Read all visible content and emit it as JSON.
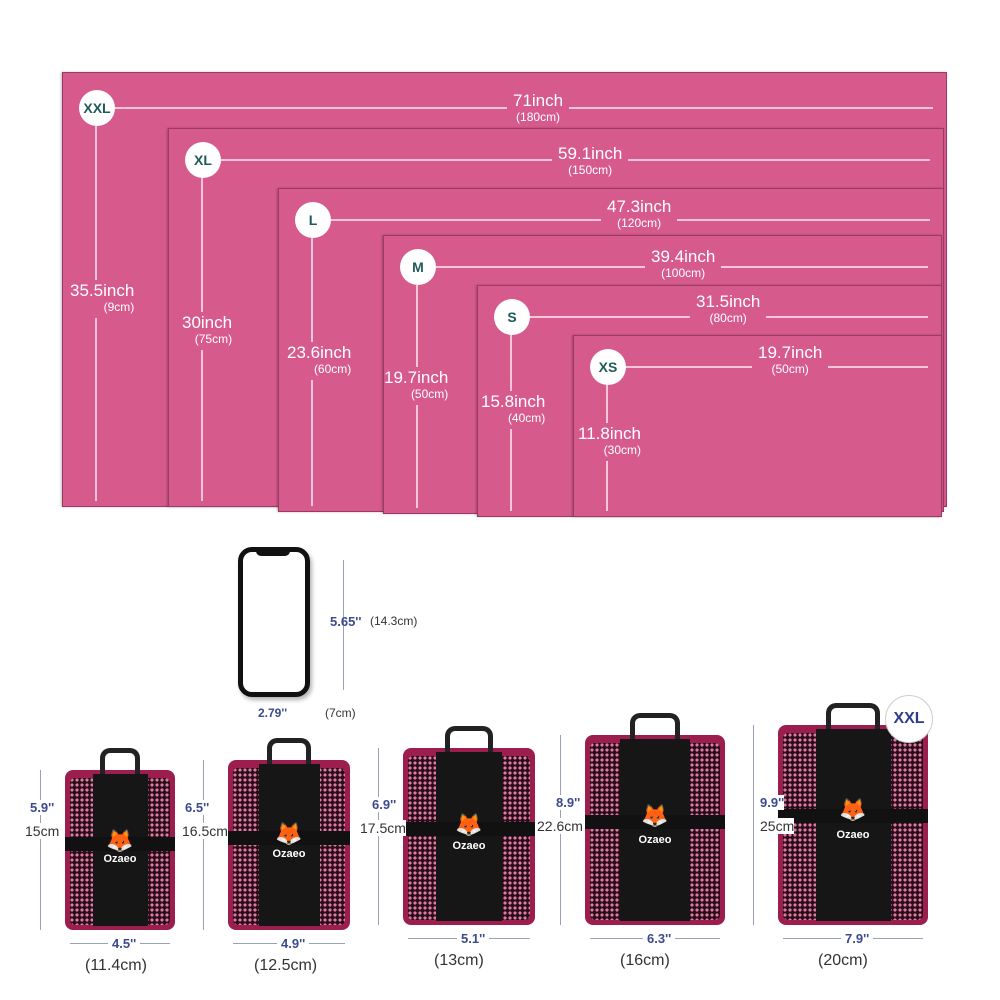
{
  "towels": [
    {
      "size": "XXL",
      "width": "71inch",
      "width_cm": "(180cm)",
      "height": "35.5inch",
      "height_cm": "(9cm)"
    },
    {
      "size": "XL",
      "width": "59.1inch",
      "width_cm": "(150cm)",
      "height": "30inch",
      "height_cm": "(75cm)"
    },
    {
      "size": "L",
      "width": "47.3inch",
      "width_cm": "(120cm)",
      "height": "23.6inch",
      "height_cm": "(60cm)"
    },
    {
      "size": "M",
      "width": "39.4inch",
      "width_cm": "(100cm)",
      "height": "19.7inch",
      "height_cm": "(50cm)"
    },
    {
      "size": "S",
      "width": "31.5inch",
      "width_cm": "(80cm)",
      "height": "15.8inch",
      "height_cm": "(40cm)"
    },
    {
      "size": "XS",
      "width": "19.7inch",
      "width_cm": "(50cm)",
      "height": "11.8inch",
      "height_cm": "(30cm)"
    }
  ],
  "phone": {
    "height": "5.65''",
    "height_cm": "(14.3cm)",
    "width": "2.79''",
    "width_cm": "(7cm)"
  },
  "bags": [
    {
      "height": "5.9''",
      "height_cm": "15cm",
      "width": "4.5''",
      "width_cm": "(11.4cm)"
    },
    {
      "height": "6.5''",
      "height_cm": "16.5cm",
      "width": "4.9''",
      "width_cm": "(12.5cm)"
    },
    {
      "height": "6.9''",
      "height_cm": "17.5cm",
      "width": "5.1''",
      "width_cm": "(13cm)"
    },
    {
      "height": "8.9''",
      "height_cm": "22.6cm",
      "width": "6.3''",
      "width_cm": "(16cm)"
    },
    {
      "height": "9.9''",
      "height_cm": "25cm",
      "width": "7.9''",
      "width_cm": "(20cm)"
    }
  ],
  "bag_brand": "Ozaeo",
  "bag_badge": "XXL"
}
